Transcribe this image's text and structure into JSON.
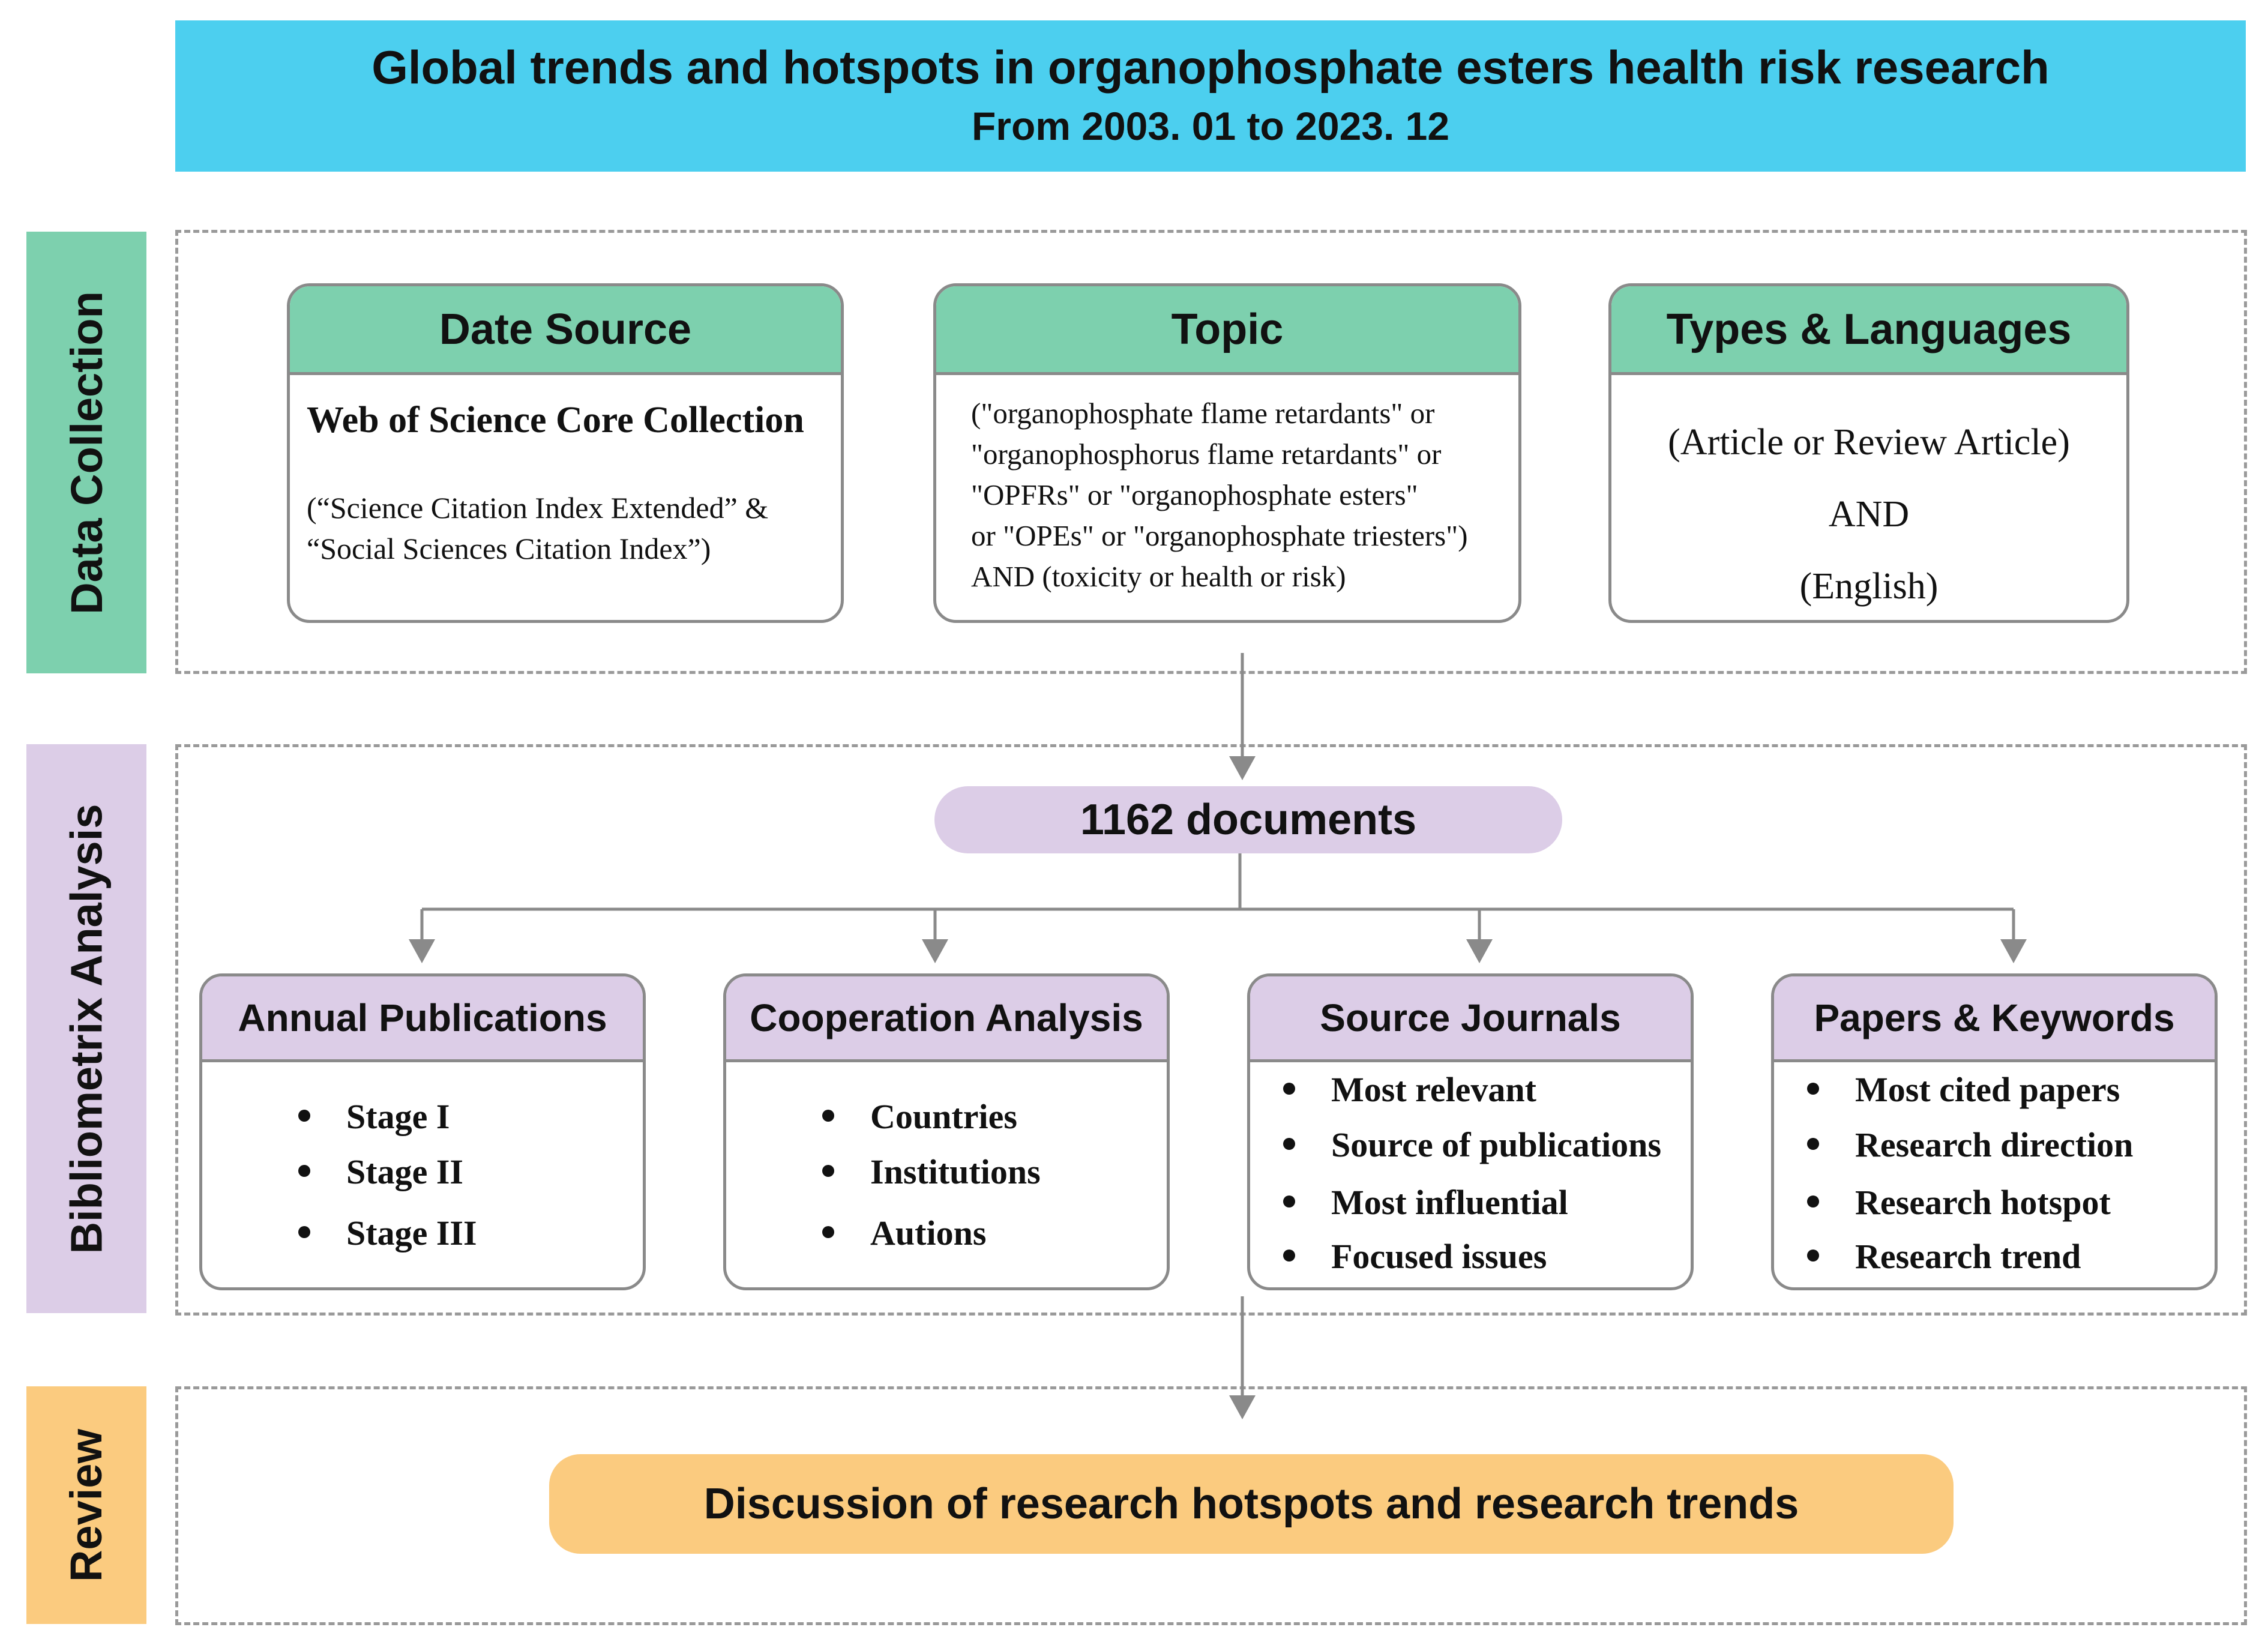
{
  "title": "Global trends and hotspots in organophosphate  esters health risk research",
  "subtitle": "From 2003. 01 to 2023. 12",
  "side_labels": {
    "data_collection": "Data Collection",
    "bibliometrix": "Bibliometrix Analysis",
    "review": "Review"
  },
  "data_collection": {
    "source": {
      "heading": "Date Source",
      "main": "Web of Science Core Collection",
      "note_lines": [
        "(“Science Citation Index Extended” &",
        "“Social Sciences Citation Index”)"
      ]
    },
    "topic": {
      "heading": "Topic",
      "lines": [
        "(\"organophosphate flame retardants\" or",
        "\"organophosphorus flame retardants\" or",
        "\"OPFRs\" or \"organophosphate esters\"",
        "or \"OPEs\" or \"organophosphate triesters\")",
        "AND (toxicity or health or risk)"
      ]
    },
    "types": {
      "heading": "Types & Languages",
      "lines": [
        "(Article or Review Article)",
        "AND",
        "(English)"
      ]
    }
  },
  "documents": "1162 documents",
  "analysis": [
    {
      "heading": "Annual Publications",
      "items": [
        "Stage I",
        "Stage II",
        "Stage III"
      ]
    },
    {
      "heading": "Cooperation Analysis",
      "items": [
        "Countries",
        "Institutions",
        "Autions"
      ]
    },
    {
      "heading": "Source Journals",
      "items": [
        "Most relevant",
        "Source of publications",
        "Most influential",
        "Focused issues"
      ]
    },
    {
      "heading": "Papers & Keywords",
      "items": [
        "Most cited papers",
        "Research direction",
        "Research hotspot",
        "Research trend"
      ]
    }
  ],
  "review": "Discussion of research hotspots and research trends",
  "colors": {
    "banner": "#4ccfef",
    "green": "#7dd0ae",
    "purple": "#dccde7",
    "orange": "#fbcb7f",
    "line": "#8a8a8a"
  }
}
